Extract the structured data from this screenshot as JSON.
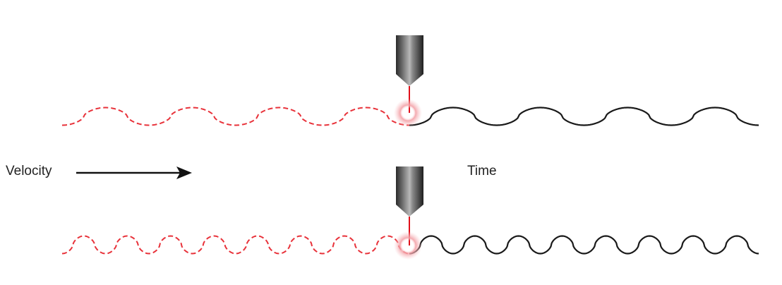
{
  "labels": {
    "velocity": "Velocity",
    "time": "Time"
  },
  "colors": {
    "printed": "#1a1a1a",
    "unprinted": "#e8323a",
    "laser": "#e0101a"
  },
  "waves": [
    {
      "name": "low-frequency",
      "cycles_unprinted": 4,
      "cycles_printed": 4
    },
    {
      "name": "high-frequency",
      "cycles_unprinted": 8,
      "cycles_printed": 8
    }
  ]
}
